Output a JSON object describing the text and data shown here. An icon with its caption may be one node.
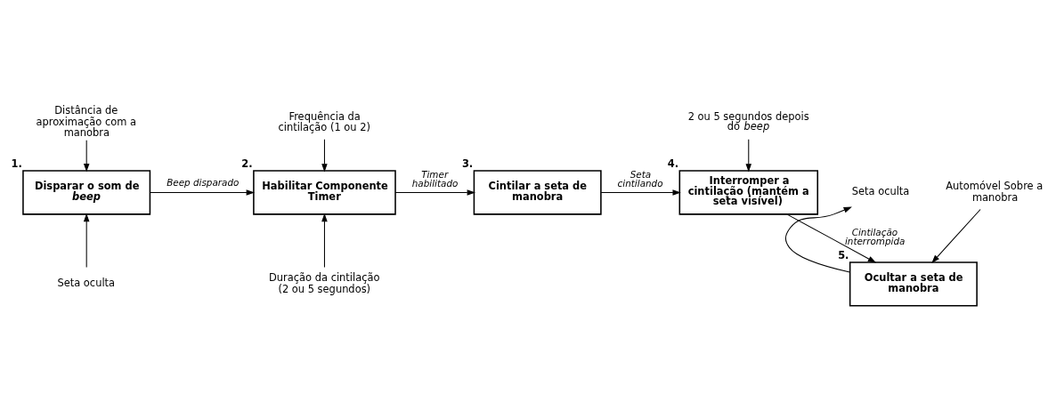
{
  "diagram": {
    "nodes": [
      {
        "text": [
          "Distância de aproximação com a manobra"
        ]
      },
      {
        "text": [
          "Disparar o som de *beep*"
        ],
        "beside": [
          "1."
        ]
      },
      {
        "text": [
          "Seta oculta"
        ]
      },
      {
        "text": [
          "Frequência da cintilação (1 ou 2)"
        ]
      },
      {
        "text": [
          "Habilitar Componente Timer"
        ],
        "beside": [
          "2."
        ]
      },
      {
        "text": [
          "Duração da cintilação (2 ou 5 segundos)"
        ]
      },
      {
        "text": [
          "Cintilar a seta de manobra"
        ],
        "beside": [
          "3."
        ]
      },
      {
        "text": [
          "2 ou 5 segundos depois do *beep*"
        ]
      },
      {
        "text": [
          "Interromper a cintilação (mantém a seta visível)"
        ],
        "beside": [
          "4."
        ]
      },
      {
        "text": [
          "Ocultar a seta de manobra"
        ],
        "beside": [
          "5."
        ]
      },
      {
        "text": [
          "Seta oculta"
        ]
      },
      {
        "text": [
          "Automóvel Sobre a manobra"
        ]
      }
    ],
    "edges": [
      {
        "from": 0,
        "to": 1,
        "arrow": "to"
      },
      {
        "from": 2,
        "to": 1,
        "arrow": "to"
      },
      {
        "from": 1,
        "to": 4,
        "arrow": "to",
        "label": "Beep disparado"
      },
      {
        "from": 3,
        "to": 4,
        "arrow": "to"
      },
      {
        "from": 5,
        "to": 4,
        "arrow": "to"
      },
      {
        "from": 4,
        "to": 6,
        "arrow": "to",
        "label": "Timer habilitado"
      },
      {
        "from": 6,
        "to": 8,
        "arrow": "to",
        "label": "Seta cintilando"
      },
      {
        "from": 7,
        "to": 8,
        "arrow": "to"
      },
      {
        "from": 8,
        "to": 9,
        "arrow": "to",
        "label": "Cintilação interrompida"
      },
      {
        "from": 9,
        "to": 10,
        "arrow": "to"
      },
      {
        "from": 11,
        "to": 9,
        "arrow": "to"
      }
    ]
  }
}
